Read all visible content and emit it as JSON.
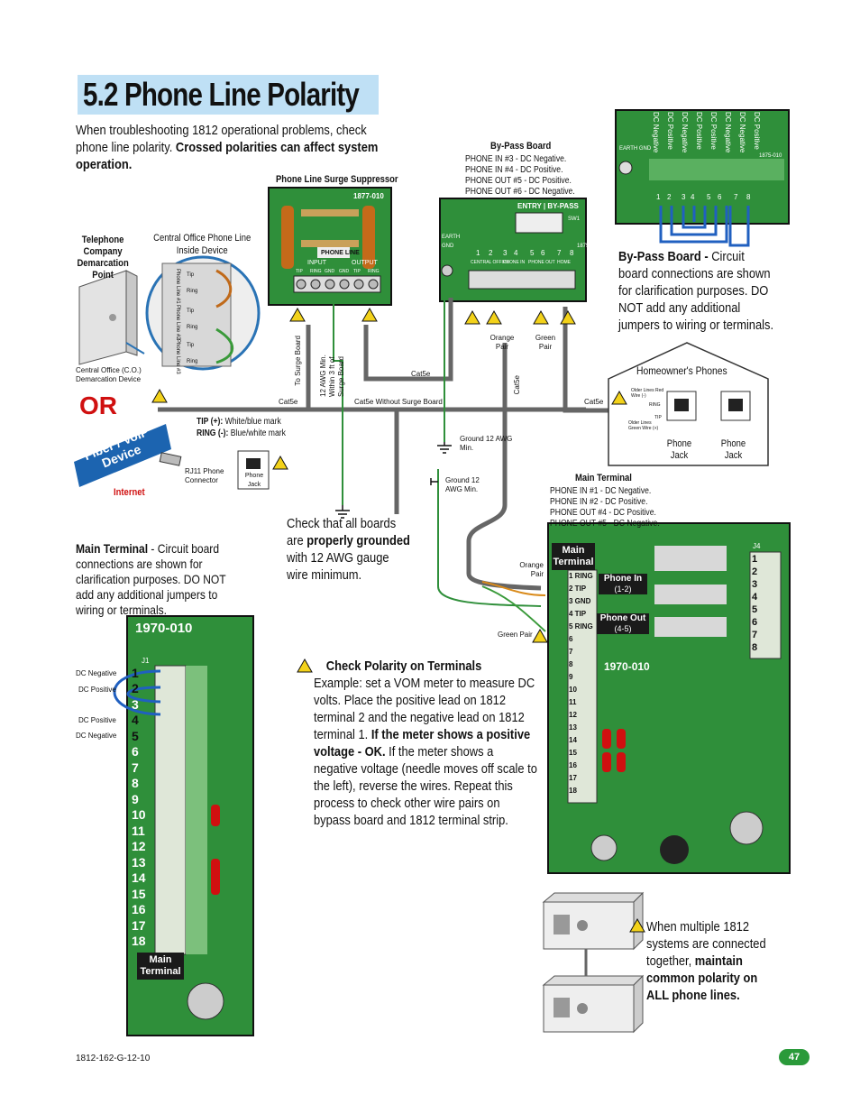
{
  "title": "5.2 Phone Line Polarity",
  "intro": {
    "plain": "When troubleshooting 1812 operational problems, check phone line polarity. ",
    "bold": "Crossed polarities can affect system operation."
  },
  "labels": {
    "demarcation": "Telephone Company Demarcation Point",
    "co_inside": "Central Office Phone Line Inside Device",
    "co_demarcation": "Central Office (C.O.) Demarcation Device",
    "surge_title": "Phone Line Surge Suppressor",
    "surge_model": "1877-010",
    "surge_phone_line": "PHONE LINE",
    "surge_input": "INPUT",
    "surge_output": "OUTPUT",
    "surge_term_labels": [
      "TIP",
      "RING",
      "GND",
      "GND",
      "TIP",
      "RING"
    ],
    "bypass_title": "By-Pass Board",
    "bypass_lines": [
      "PHONE IN #3 - DC Negative.",
      "PHONE IN #4 - DC Positive.",
      "PHONE OUT #5 - DC Positive.",
      "PHONE OUT #6 - DC Negative."
    ],
    "bypass_entry": "ENTRY | BY-PASS",
    "bypass_model": "1875-010",
    "earth_gnd": "EARTH GND",
    "sw1": "SW1",
    "bypass_groups": [
      "CENTRAL OFFICE",
      "PHONE IN",
      "PHONE OUT",
      "HOME"
    ],
    "bypass_nums": [
      "1",
      "2",
      "3",
      "4",
      "5",
      "6",
      "7",
      "8"
    ],
    "dc_vertical": [
      "DC Negative",
      "DC Positive",
      "DC Negative",
      "DC Positive",
      "DC Positive",
      "DC Negative",
      "DC Negative",
      "DC Positive"
    ],
    "bypass_note_bold": "By-Pass Board - ",
    "bypass_note": "Circuit board connections are shown for clarification purposes. DO NOT add any additional jumpers to wiring or terminals.",
    "orange_pair": "Orange Pair",
    "green_pair": "Green Pair",
    "cat5e": "Cat5e",
    "to_surge": "To Surge Board",
    "awg_note": "12 AWG Min. Within 3 ft of Surge Board",
    "cat5e_without": "Cat5e Without Surge Board",
    "ground1": "Ground 12 AWG Min.",
    "ground2": "Ground 12 AWG Min.",
    "homeowners": "Homeowner's Phones",
    "older_red": "Older Lines Red Wire (-)",
    "older_green": "Older Lines Green Wire (+)",
    "ring": "RING",
    "tip": "TIP",
    "phone_jack": "Phone Jack",
    "or": "OR",
    "tip_plus_b": "TIP (+):",
    "tip_plus": " White/blue mark",
    "ring_minus_b": "RING (-):",
    "ring_minus": " Blue/white mark",
    "fiber": "Fiber / VoIP Device",
    "internet": "Internet",
    "rj11": "RJ11 Phone Connector",
    "phone_jack_small": "Phone Jack",
    "ground_note": "Check that all boards are ",
    "ground_note_b": "properly grounded",
    "ground_note2": " with 12 AWG gauge wire minimum.",
    "main_terminal_title": "Main Terminal",
    "main_lines": [
      "PHONE IN #1 - DC Negative.",
      "PHONE IN #2 - DC Positive.",
      "PHONE OUT #4 - DC Positive.",
      "PHONE OUT #5 - DC Negative."
    ],
    "main_note_b": "Main Terminal",
    "main_note": " - Circuit board connections are shown for clarification purposes. DO NOT add any additional jumpers to wiring or terminals.",
    "model_1970": "1970-010",
    "j1": "J1",
    "j4": "J4",
    "dc_left": [
      "DC Negative",
      "DC Positive",
      "DC Positive",
      "DC Negative"
    ],
    "main_terminal_badge": "Main Terminal",
    "phone_in": "Phone In",
    "phone_in_sub": "(1-2)",
    "phone_out": "Phone Out",
    "phone_out_sub": "(4-5)",
    "term_rows": [
      "1 RING",
      "2 TIP",
      "3 GND",
      "4 TIP",
      "5 RING",
      "6",
      "7",
      "8",
      "9",
      "10",
      "11",
      "12",
      "13",
      "14",
      "15",
      "16",
      "17",
      "18"
    ],
    "tip_label": "Tip",
    "ring_label": "Ring",
    "co_lines": [
      "Phone Line #1",
      "Phone Line #2",
      "Phone Line #3"
    ],
    "j4_nums": [
      "1",
      "2",
      "3",
      "4",
      "5",
      "6",
      "7",
      "8"
    ],
    "left_nums": [
      "1",
      "2",
      "3",
      "4",
      "5",
      "6",
      "7",
      "8",
      "9",
      "10",
      "11",
      "12",
      "13",
      "14",
      "15",
      "16",
      "17",
      "18"
    ]
  },
  "check_polarity": {
    "heading": "Check Polarity on Terminals",
    "p1": "Example: set a VOM meter to measure DC volts. Place the positive lead on 1812 terminal 2 and the negative lead on 1812 terminal 1. ",
    "p1b": "If the meter shows a positive voltage - OK.",
    "p2": " If the meter shows a negative voltage (needle moves off scale to the left), reverse the wires. Repeat this process to check other wire pairs on bypass board and 1812 terminal strip."
  },
  "multi": {
    "plain": "When multiple 1812 systems are connected together, ",
    "bold": "maintain common polarity on ALL phone lines."
  },
  "footer": {
    "doc_id": "1812-162-G-12-10",
    "page": "47"
  },
  "colors": {
    "title_bg": "#bfe0f5",
    "pcb": "#2f8f3a",
    "accent_red": "#d01010",
    "page_badge": "#2a9a3a"
  }
}
